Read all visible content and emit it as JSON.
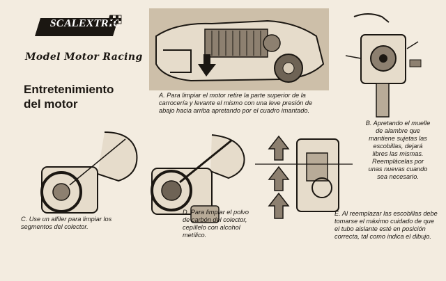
{
  "brand": {
    "logo_text": "SCALEXTRIC"
  },
  "header": {
    "subtitle": "Model Motor Racing"
  },
  "section": {
    "title_line1": "Entretenimiento",
    "title_line2": "del motor"
  },
  "captions": {
    "a": "A. Para limpiar el motor retire la parte superior de la carrocería y levante el mismo con una leve presión de abajo hacia arriba apretando por el cuadro imantado.",
    "b": "B. Apretando el muelle de alambre que mantiene sujetas las escobillas, dejará libres las mismas. Reemplácelas por unas nuevas cuando sea necesario.",
    "c": "C. Use un alfiler para limpiar los segmentos del colector.",
    "d": "D. Para limpiar el polvo de carbón del colector, cepíllelo con alcohol metílico.",
    "e": "E. Al reemplazar las escobillas debe tomarse el máximo cuidado de que el tubo aislante esté en posición correcta, tal como indica el dibujo."
  },
  "figures": {
    "a": "car-chassis-motor-illustration",
    "b": "brush-spring-illustration",
    "c": "pin-cleaning-illustration",
    "d": "brush-cleaning-illustration",
    "e": "brush-replacement-illustration"
  },
  "colors": {
    "ink": "#1b1712",
    "paper": "#f3ece0",
    "shade": "#b8ab98"
  }
}
